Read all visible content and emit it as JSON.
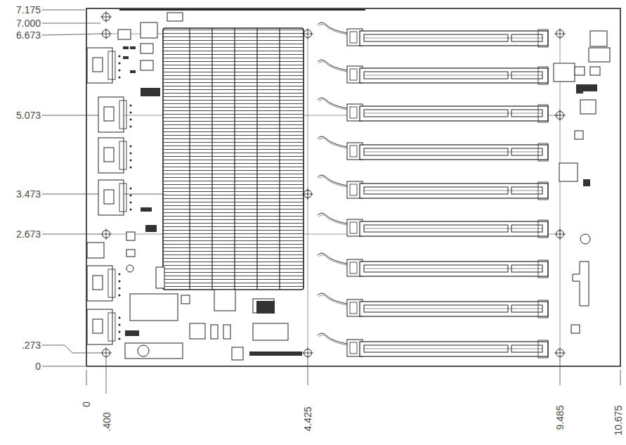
{
  "diagram": {
    "labels": [
      "7.175",
      "7.000",
      "6.673",
      "5.073",
      "3.473",
      "2.673",
      ".273",
      "0",
      "0",
      ".400",
      "4.425",
      "9.485",
      "10.675"
    ]
  }
}
